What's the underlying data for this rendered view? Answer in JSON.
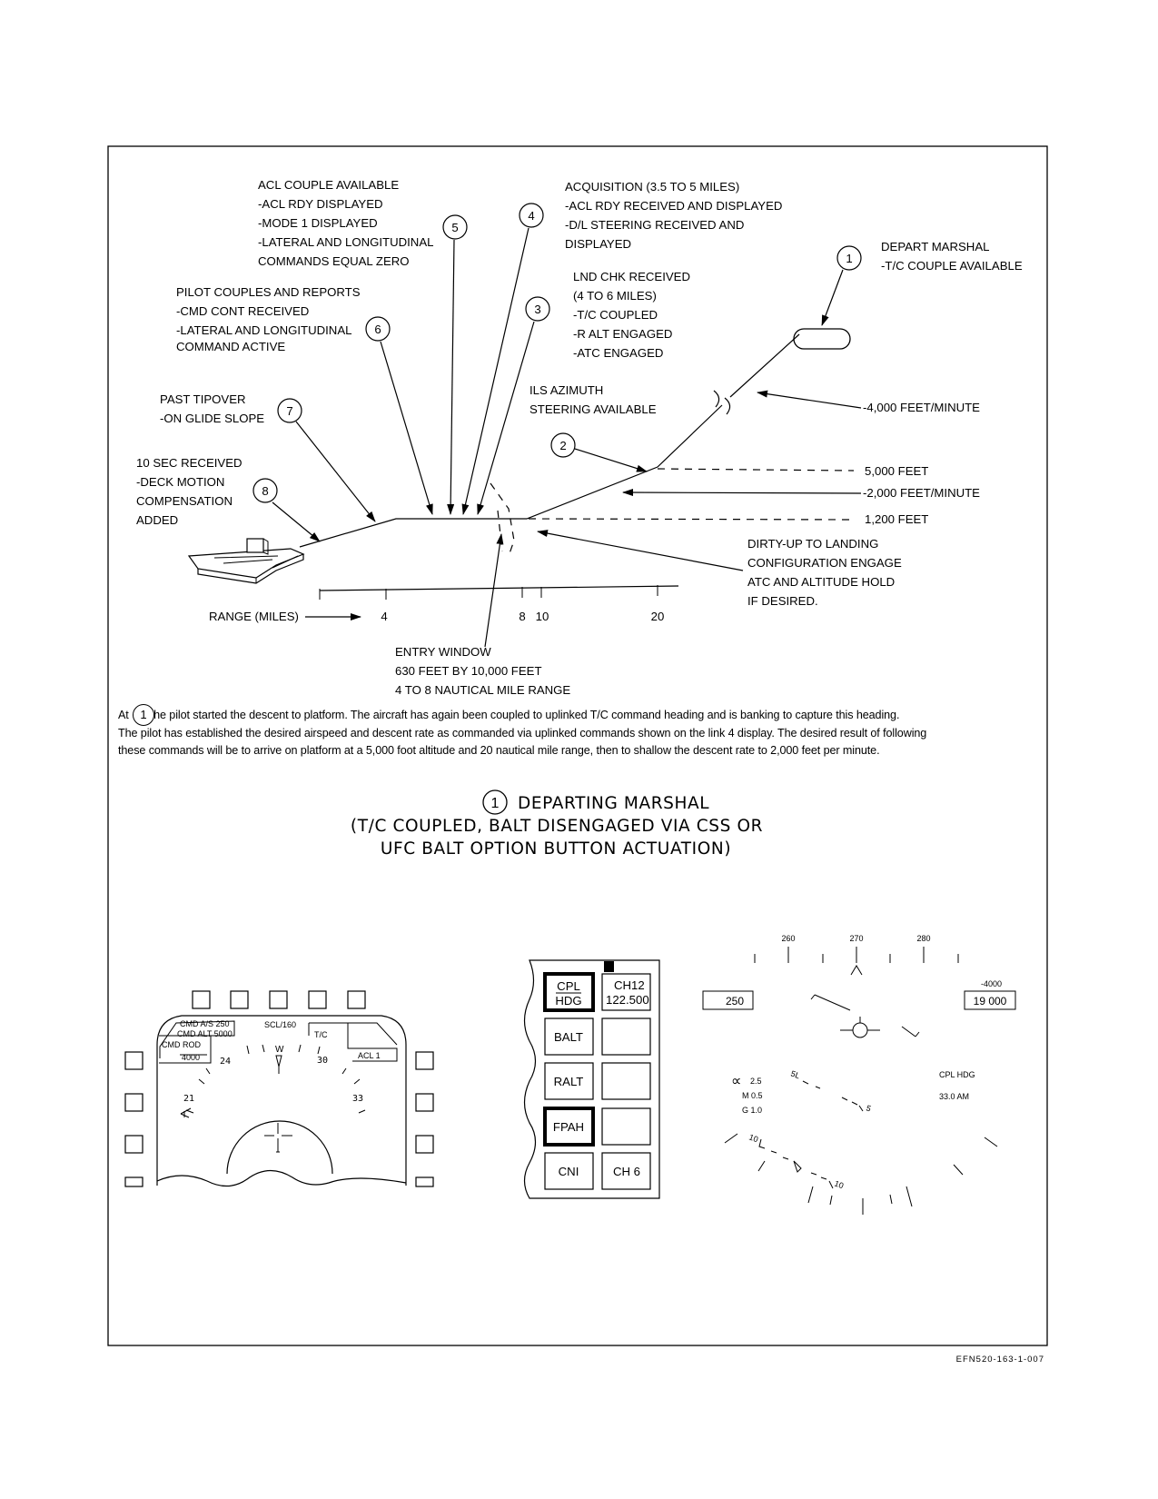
{
  "profile": {
    "callouts": [
      {
        "num": "1",
        "lines": [
          "DEPART MARSHAL",
          "-T/C COUPLE AVAILABLE"
        ]
      },
      {
        "num": "2",
        "lines": [
          "ILS AZIMUTH",
          "STEERING AVAILABLE"
        ]
      },
      {
        "num": "3",
        "lines": [
          "LND CHK RECEIVED",
          "(4 TO 6 MILES)",
          "-T/C COUPLED",
          "-R ALT ENGAGED",
          "-ATC ENGAGED"
        ]
      },
      {
        "num": "4",
        "lines": [
          "ACQUISITION (3.5 TO 5 MILES)",
          "-ACL RDY RECEIVED AND DISPLAYED",
          "-D/L STEERING RECEIVED AND",
          " DISPLAYED"
        ]
      },
      {
        "num": "5",
        "lines": [
          "ACL COUPLE AVAILABLE",
          "-ACL RDY DISPLAYED",
          "-MODE 1 DISPLAYED",
          "-LATERAL AND LONGITUDINAL",
          " COMMANDS EQUAL ZERO"
        ]
      },
      {
        "num": "6",
        "lines": [
          "PILOT COUPLES AND REPORTS",
          "-CMD CONT RECEIVED",
          "-LATERAL AND LONGITUDINAL",
          " COMMAND ACTIVE"
        ]
      },
      {
        "num": "7",
        "lines": [
          "PAST TIPOVER",
          "-ON GLIDE SLOPE"
        ]
      },
      {
        "num": "8",
        "lines": [
          "10 SEC RECEIVED",
          "-DECK MOTION",
          " COMPENSATION",
          " ADDED"
        ]
      }
    ],
    "rate_high": "-4,000 FEET/MINUTE",
    "alt_platform": "5,000 FEET",
    "rate_low": "-2,000 FEET/MINUTE",
    "alt_level": "1,200 FEET",
    "dirty_up": [
      "DIRTY-UP TO LANDING",
      "CONFIGURATION ENGAGE",
      "ATC AND ALTITUDE HOLD",
      "IF DESIRED."
    ],
    "range_label": "RANGE (MILES)",
    "range_ticks": [
      "4",
      "8",
      "10",
      "20"
    ],
    "entry_window": [
      "ENTRY WINDOW",
      "630 FEET BY 10,000 FEET",
      "4 TO 8 NAUTICAL MILE RANGE"
    ]
  },
  "paragraph": {
    "start": "At",
    "circle": "1",
    "line1": "the pilot started the descent to platform. The aircraft has again been coupled to uplinked T/C command  heading and is banking to capture this heading.",
    "line2": "The pilot has established the desired airspeed and descent rate as commanded via uplinked commands shown on the link 4 display. The desired result of following",
    "line3": "these commands will be to arrive on platform at a 5,000 foot  altitude and 20 nautical mile range, then to shallow the descent rate to 2,000 feet per minute."
  },
  "caption": {
    "num": "1",
    "title": "DEPARTING MARSHAL",
    "line2": "(T/C COUPLED, BALT DISENGAGED VIA CSS OR",
    "line3": "UFC BALT OPTION BUTTON ACTUATION)"
  },
  "ddi": {
    "cmd_as": "CMD A/S 250",
    "cmd_alt": "CMD ALT  5000",
    "scl": "SCL/160",
    "tc": "T/C",
    "cmd_rod": "CMD ROD",
    "rod_val": "4000",
    "acl": "ACL 1",
    "hdg_24": "24",
    "hdg_w": "W",
    "hdg_30": "30",
    "hdg_21": "21",
    "hdg_33": "33"
  },
  "ufc": {
    "buttons": [
      "CPL\nHDG",
      "BALT",
      "RALT",
      "FPAH",
      "CNI"
    ],
    "cpl": "CPL",
    "hdg": "HDG",
    "balt": "BALT",
    "ralt": "RALT",
    "fpah": "FPAH",
    "cni": "CNI",
    "ch12": "CH12",
    "freq": "122.500",
    "ch6": "CH 6"
  },
  "hud": {
    "h260": "260",
    "h270": "270",
    "h280": "280",
    "airspeed": "250",
    "vvi": "-4000",
    "altitude": "19 000",
    "aoa": "2.5",
    "mach": "M  0.5",
    "g": "G  1.0",
    "mode": "CPL HDG",
    "time": "33.0 AM",
    "p5l": "5L",
    "p5r": "5",
    "p10l": "10",
    "p10r": "10"
  },
  "figure_id": "EFN520-163-1-007"
}
